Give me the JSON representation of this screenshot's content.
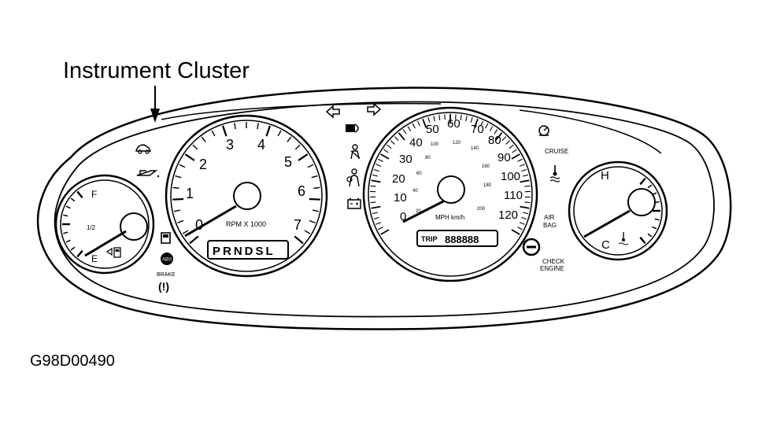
{
  "diagram": {
    "title": "Instrument Cluster",
    "figure_id": "G98D00490",
    "tachometer": {
      "numbers": [
        "0",
        "1",
        "2",
        "3",
        "4",
        "5",
        "6",
        "7"
      ],
      "unit_label": "RPM X 1000",
      "display": "PRNDSL"
    },
    "speedometer": {
      "mph_numbers": [
        "0",
        "10",
        "20",
        "30",
        "40",
        "50",
        "60",
        "70",
        "80",
        "90",
        "100",
        "110",
        "120"
      ],
      "kmh_numbers": [
        "20",
        "40",
        "60",
        "80",
        "100",
        "120",
        "140",
        "160",
        "180",
        "200"
      ],
      "unit_label": "MPH km/h",
      "trip_label": "TRIP",
      "odometer": "888888"
    },
    "fuel_gauge": {
      "full": "F",
      "half": "1/2",
      "empty": "E"
    },
    "temp_gauge": {
      "hot": "H",
      "cold": "C"
    },
    "indicator_labels": {
      "cruise": "CRUISE",
      "airbag_line1": "AIR",
      "airbag_line2": "BAG",
      "check_engine_line1": "CHECK",
      "check_engine_line2": "ENGINE",
      "brake": "BRAKE",
      "brake_symbol": "(!)",
      "abs": "ABS"
    }
  }
}
